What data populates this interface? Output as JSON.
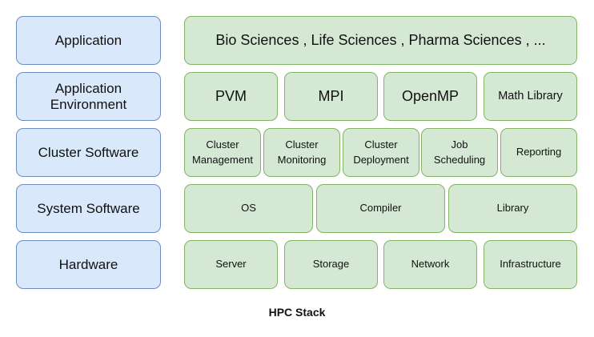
{
  "layers": [
    "Application",
    "Application\nEnvironment",
    "Cluster Software",
    "System Software",
    "Hardware"
  ],
  "rows": {
    "application": [
      "Bio Sciences , Life Sciences , Pharma Sciences , ..."
    ],
    "environment": [
      "PVM",
      "MPI",
      "OpenMP",
      "Math Library"
    ],
    "cluster": [
      "Cluster\nManagement",
      "Cluster\nMonitoring",
      "Cluster\nDeployment",
      "Job\nScheduling",
      "Reporting"
    ],
    "system": [
      "OS",
      "Compiler",
      "Library"
    ],
    "hardware": [
      "Server",
      "Storage",
      "Network",
      "Infrastructure"
    ]
  },
  "caption": "HPC Stack",
  "colors": {
    "layer_fill": "#dae8fc",
    "layer_border": "#6c8ebf",
    "component_fill": "#d5e8d4",
    "component_border": "#82b366"
  }
}
